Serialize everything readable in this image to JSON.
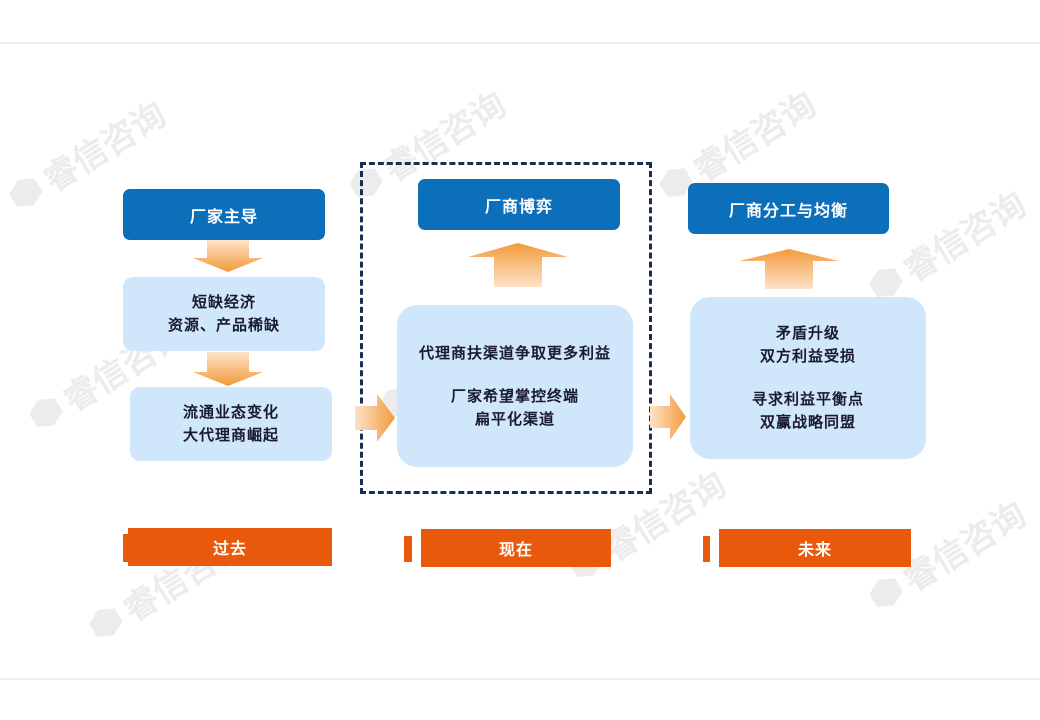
{
  "watermark": "睿信咨询",
  "columns": [
    {
      "label": "过去",
      "title": "厂家主导",
      "items": [
        [
          "短缺经济",
          "资源、产品稀缺"
        ],
        [
          "流通业态变化",
          "大代理商崛起"
        ]
      ]
    },
    {
      "label": "现在",
      "title": "厂商博弈",
      "items": [
        [
          "代理商扶渠道争取更多利益",
          "",
          "厂家希望掌控终端",
          "扁平化渠道"
        ]
      ]
    },
    {
      "label": "未来",
      "title": "厂商分工与均衡",
      "items": [
        [
          "矛盾升级",
          "双方利益受损",
          "",
          "寻求利益平衡点",
          "双赢战略同盟"
        ]
      ]
    }
  ],
  "colors": {
    "title_box": "#0b6fba",
    "light_box": "#cfe6fb",
    "label": "#e8590c",
    "arrow": "#f39a3c",
    "dash": "#17304f"
  }
}
